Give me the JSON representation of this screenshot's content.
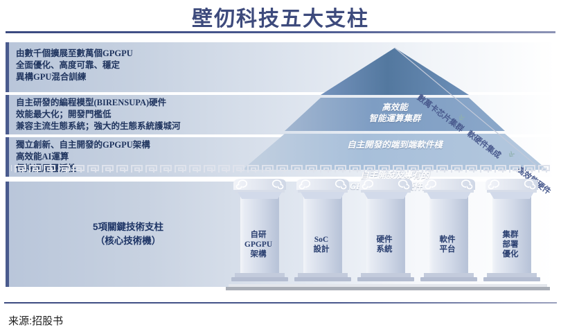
{
  "title": "壁仞科技五大支柱",
  "accent_color": "#3d4a7c",
  "pyramid_color_top": "#4a73a8",
  "pyramid_color_mid": "#7e9ec4",
  "pyramid_color_bottom": "#a9c0da",
  "chevron_color": "#8fb0ae",
  "text_rows": [
    {
      "lines": [
        "由數千個擴展至數萬個GPGPU",
        "全面優化、高度可靠、穩定",
        "異構GPU混合訓練"
      ]
    },
    {
      "lines": [
        "自主研發的編程模型(BIRENSUPA)硬件",
        "效能最大化；開發門檻低",
        "兼容主流生態系統；強大的生態系統護城河"
      ]
    },
    {
      "lines": [
        "獨立創新、自主開發的GPGPU架構",
        "高效能AI運算",
        "保持通用靈活性"
      ]
    }
  ],
  "pyramid": {
    "tiers": [
      {
        "line1": "高效能",
        "line2": "智能運算集群"
      },
      {
        "line1": "自主開發的端到端軟件棧",
        "line2": ""
      },
      {
        "line1": "自主開發及專有的",
        "line2": "GPGPU芯片及硬件產品"
      }
    ]
  },
  "diagonal_labels": [
    "數萬卡芯片集群",
    "軟硬件集成",
    "高效能硬件"
  ],
  "chevrons": [
    "«",
    "«"
  ],
  "panel": {
    "caption_line1": "5項關鍵技術支柱",
    "caption_line2": "（核心技術機）"
  },
  "pillars": [
    {
      "lines": [
        "自研",
        "GPGPU",
        "架構"
      ]
    },
    {
      "lines": [
        "SoC",
        "設計"
      ]
    },
    {
      "lines": [
        "硬件",
        "系統"
      ]
    },
    {
      "lines": [
        "軟件",
        "平台"
      ]
    },
    {
      "lines": [
        "集群",
        "部署",
        "優化"
      ]
    }
  ],
  "footer": {
    "source": "来源:招股书"
  }
}
